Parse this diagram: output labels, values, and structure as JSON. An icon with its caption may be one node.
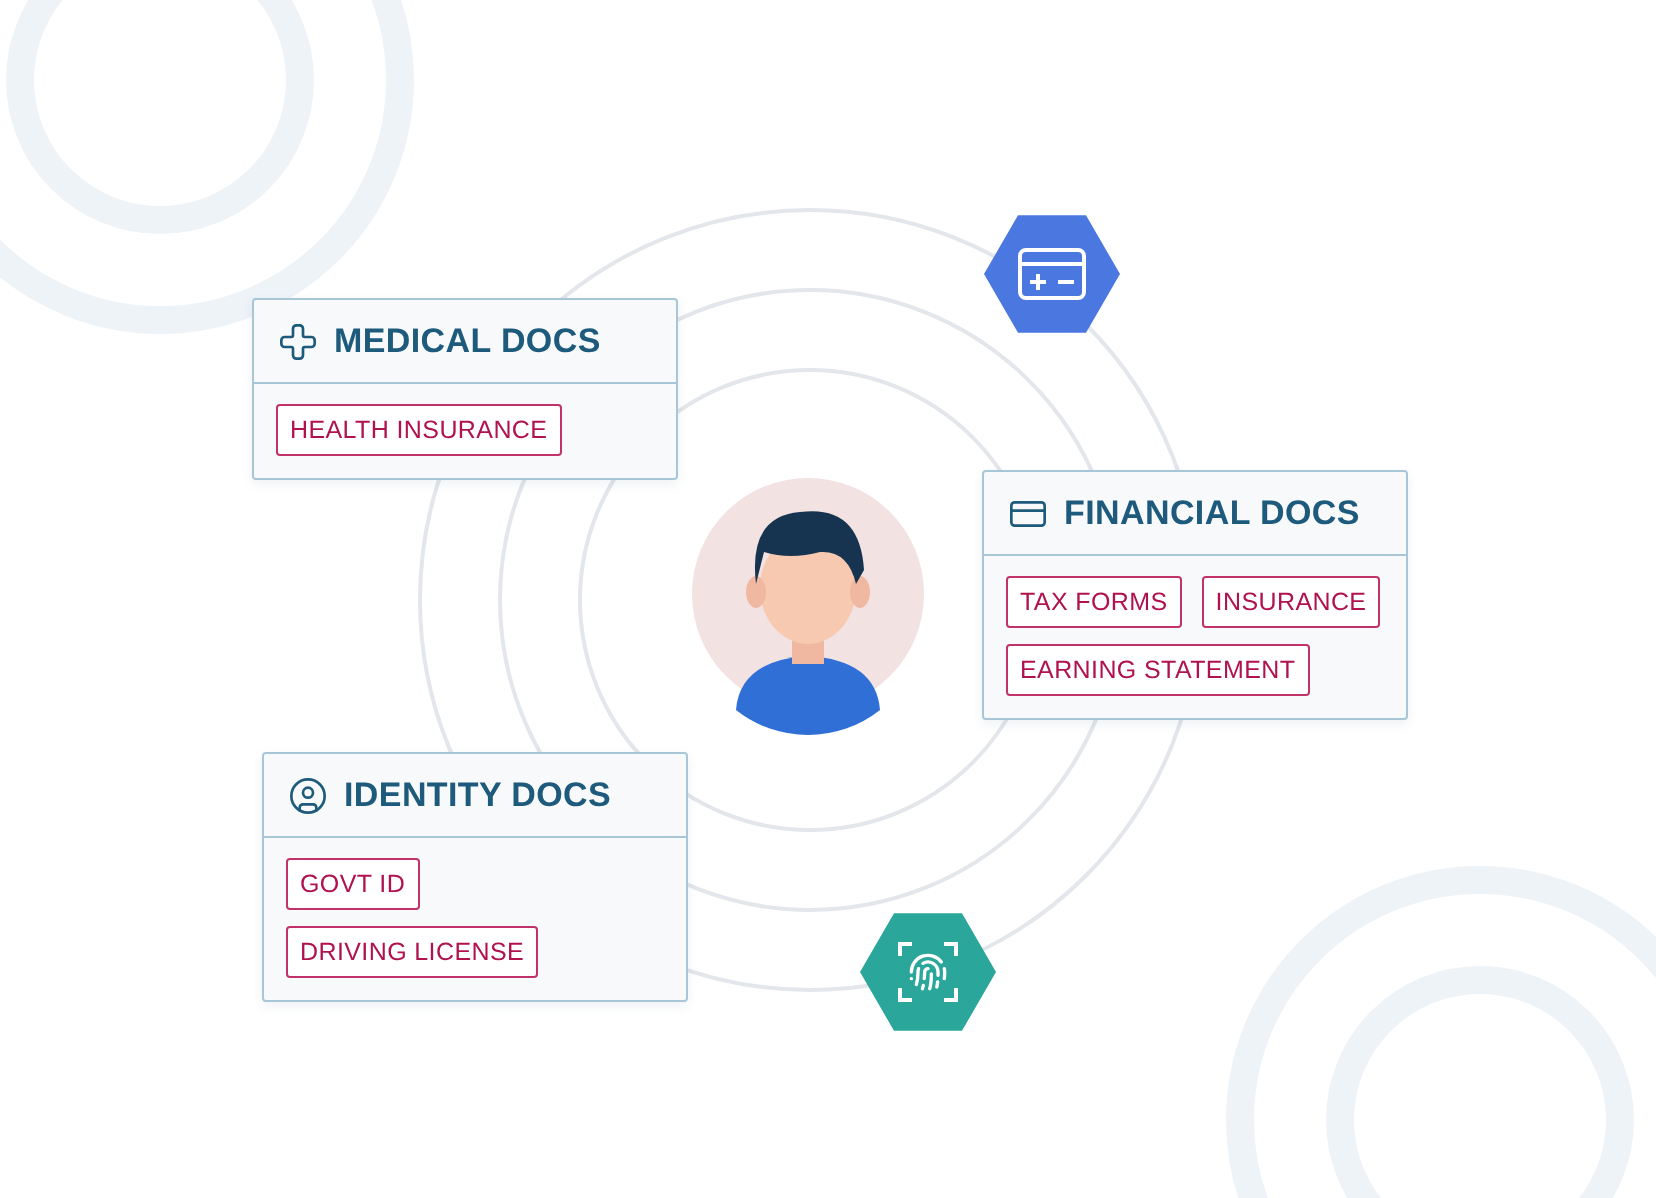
{
  "diagram": {
    "nodes": [
      {
        "text": [
          "MEDICAL DOCS"
        ]
      },
      {
        "text": [
          "HEALTH INSURANCE"
        ],
        "in": 0
      },
      {
        "text": [
          "FINANCIAL DOCS"
        ]
      },
      {
        "text": [
          "TAX FORMS"
        ],
        "in": 2
      },
      {
        "text": [
          "INSURANCE"
        ],
        "in": 2
      },
      {
        "text": [
          "EARNING STATEMENT"
        ],
        "in": 2
      },
      {
        "text": [
          "IDENTITY DOCS"
        ]
      },
      {
        "text": [
          "GOVT ID"
        ],
        "in": 6
      },
      {
        "text": [
          "DRIVING LICENSE"
        ],
        "in": 6
      }
    ]
  }
}
